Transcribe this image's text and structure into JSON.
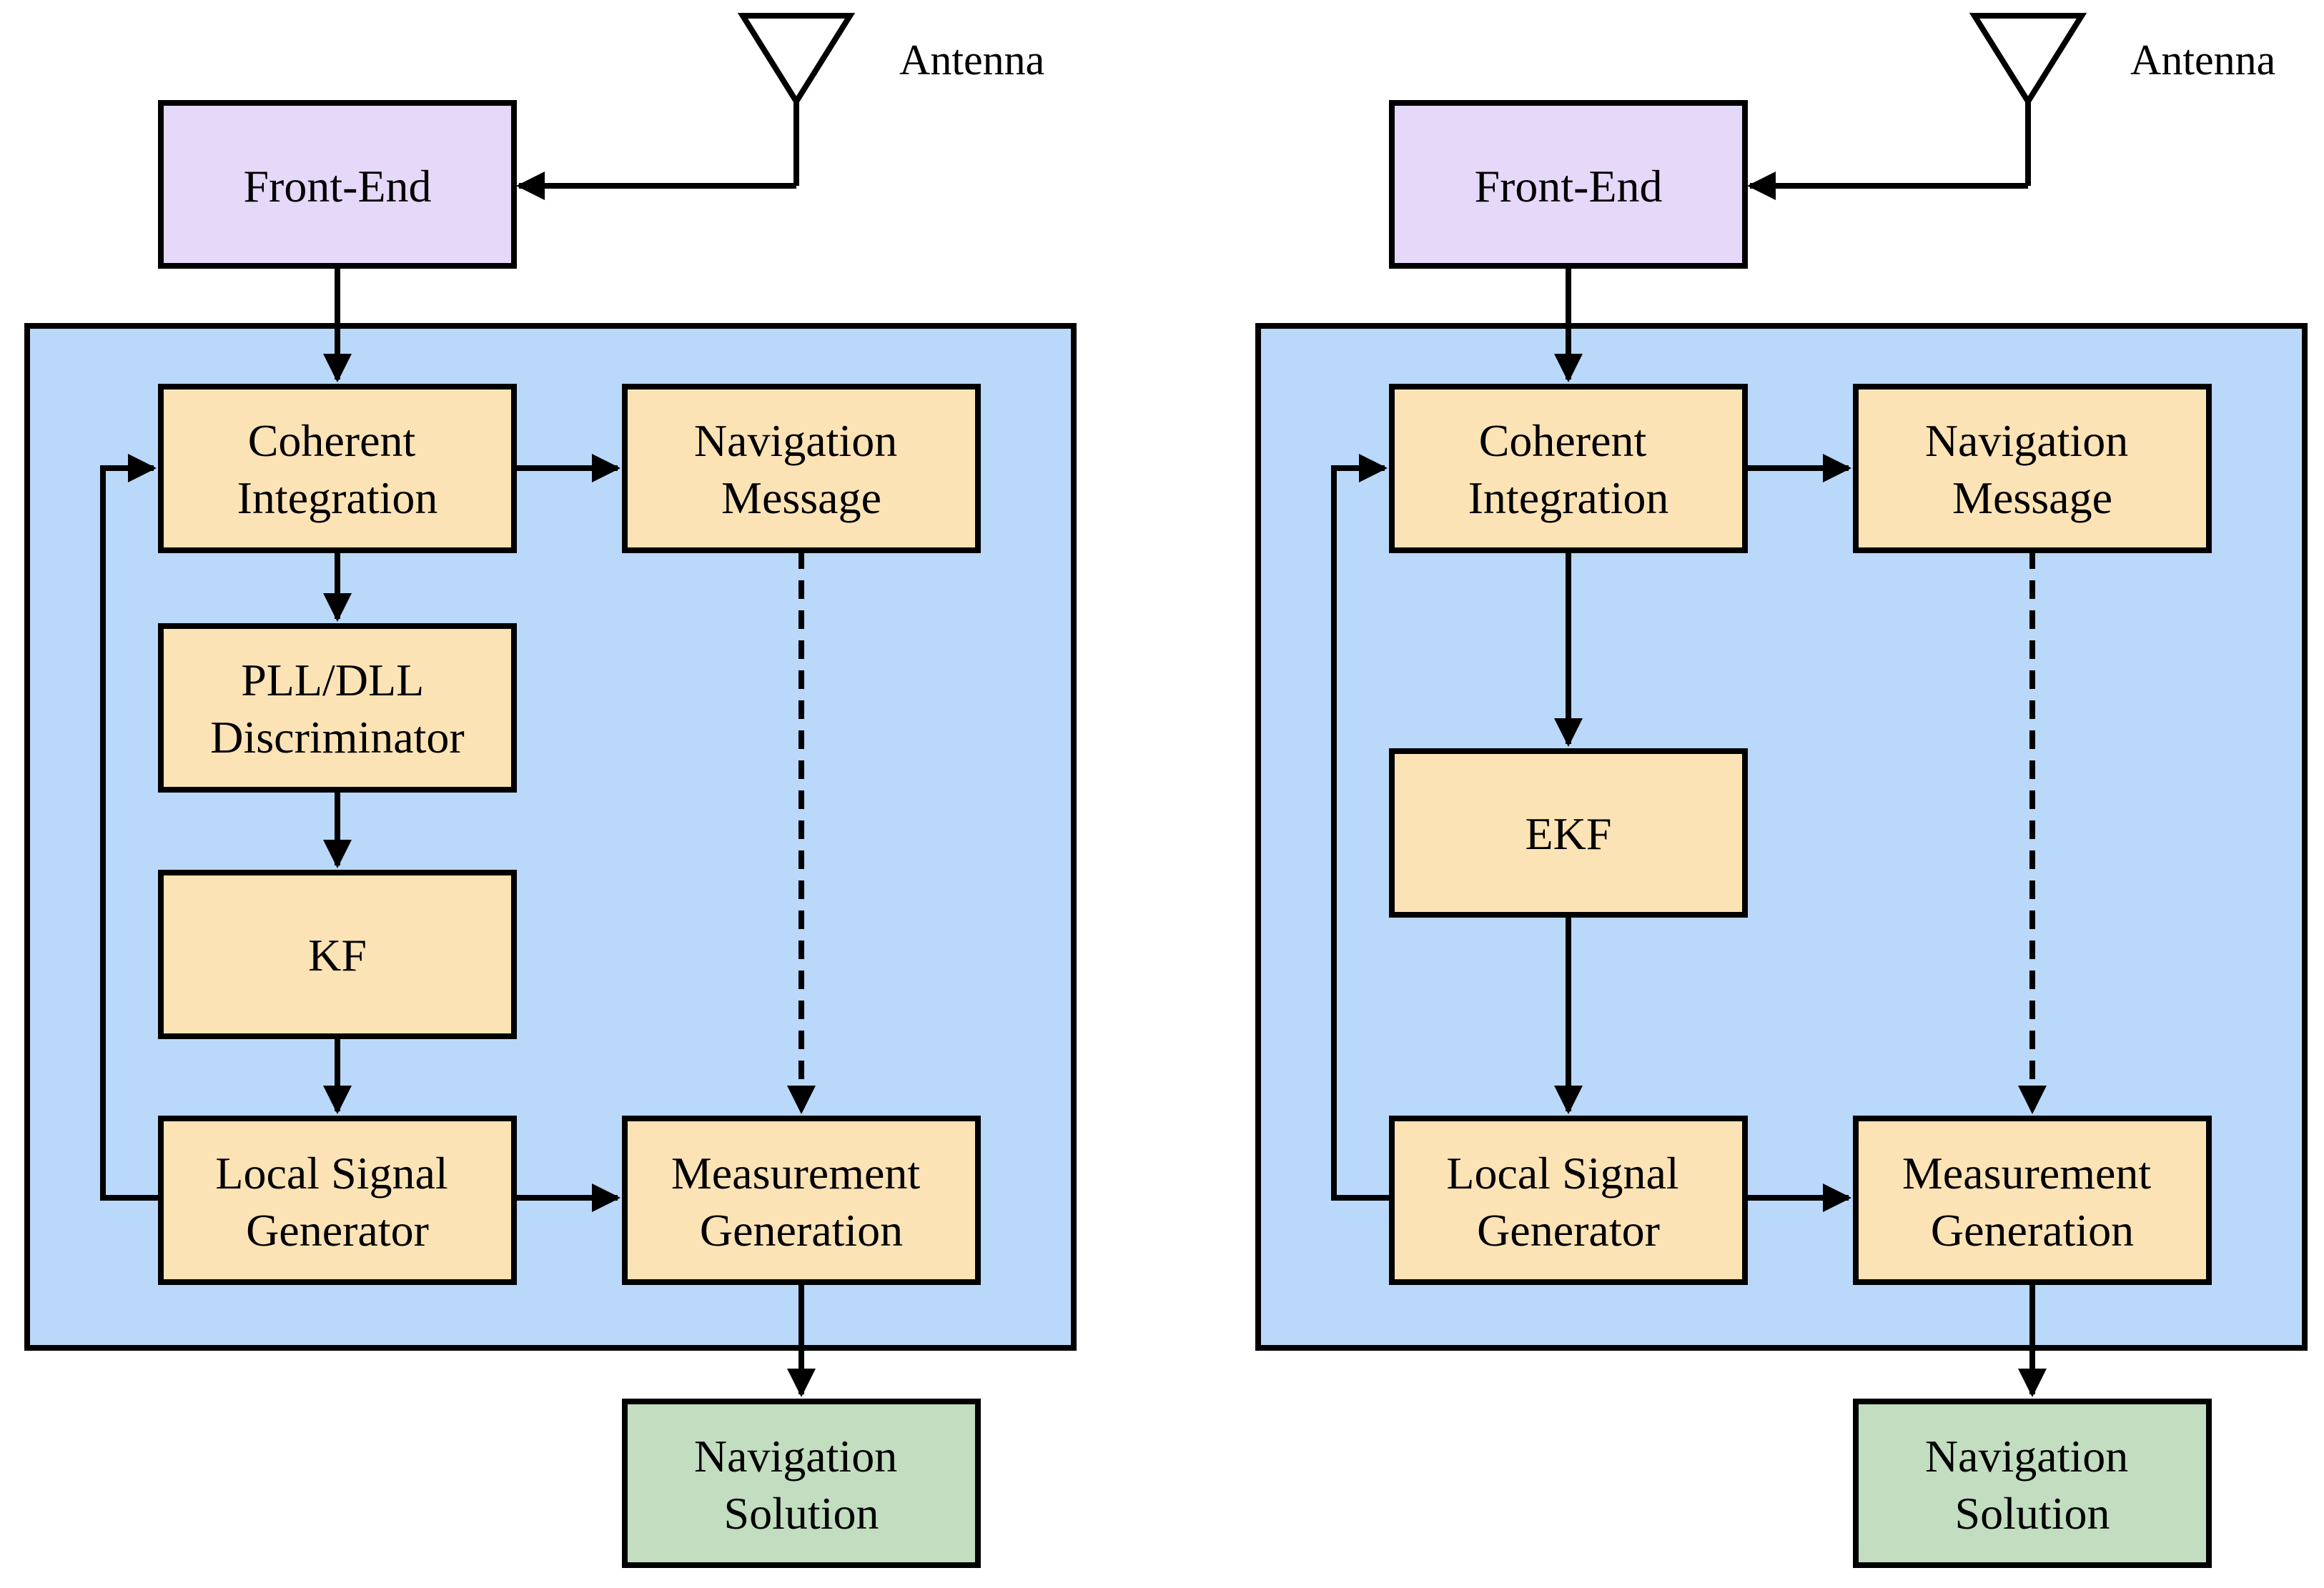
{
  "colors": {
    "front_end": "#e5d8f8",
    "container": "#bad8fa",
    "processing": "#fbe3b6",
    "solution": "#c2ddbf",
    "line": "#000000"
  },
  "left": {
    "antenna": "Antenna",
    "front_end": "Front-End",
    "coherent_integration": [
      "Coherent",
      "Integration"
    ],
    "navigation_message": [
      "Navigation",
      "Message"
    ],
    "discriminator": [
      "PLL/DLL",
      "Discriminator"
    ],
    "kf": "KF",
    "local_signal_generator": [
      "Local Signal",
      "Generator"
    ],
    "measurement_generation": [
      "Measurement",
      "Generation"
    ],
    "navigation_solution": [
      "Navigation",
      "Solution"
    ]
  },
  "right": {
    "antenna": "Antenna",
    "front_end": "Front-End",
    "coherent_integration": [
      "Coherent",
      "Integration"
    ],
    "navigation_message": [
      "Navigation",
      "Message"
    ],
    "ekf": "EKF",
    "local_signal_generator": [
      "Local Signal",
      "Generator"
    ],
    "measurement_generation": [
      "Measurement",
      "Generation"
    ],
    "navigation_solution": [
      "Navigation",
      "Solution"
    ]
  }
}
